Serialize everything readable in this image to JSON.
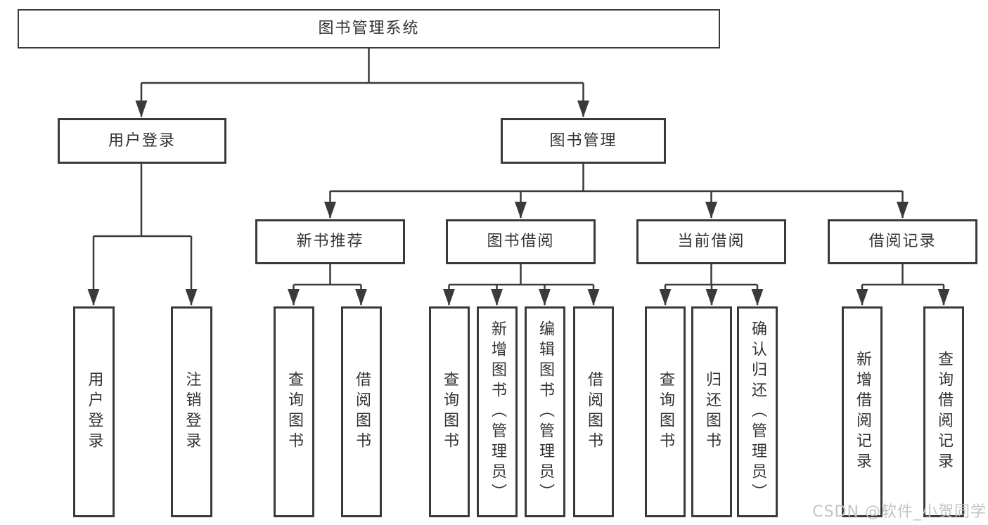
{
  "diagram_title": "图书管理系统",
  "tree": {
    "label": "图书管理系统",
    "children": [
      {
        "label": "用户登录",
        "children": [
          {
            "label": "用户登录"
          },
          {
            "label": "注销登录"
          }
        ]
      },
      {
        "label": "图书管理",
        "children": [
          {
            "label": "新书推荐",
            "children": [
              {
                "label": "查询图书"
              },
              {
                "label": "借阅图书"
              }
            ]
          },
          {
            "label": "图书借阅",
            "children": [
              {
                "label": "查询图书"
              },
              {
                "label": "新增图书（管理员）"
              },
              {
                "label": "编辑图书（管理员）"
              },
              {
                "label": "借阅图书"
              }
            ]
          },
          {
            "label": "当前借阅",
            "children": [
              {
                "label": "查询图书"
              },
              {
                "label": "归还图书"
              },
              {
                "label": "确认归还（管理员）"
              }
            ]
          },
          {
            "label": "借阅记录",
            "children": [
              {
                "label": "新增借阅记录"
              },
              {
                "label": "查询借阅记录"
              }
            ]
          }
        ]
      }
    ]
  },
  "watermark": "CSDN @软件_小贺同学",
  "colors": {
    "line": "#3a3a3a",
    "box_border": "#3a3a3a",
    "box_background": "#ffffff",
    "text": "#333333",
    "page_background": "#ffffff",
    "watermark": "#c7c3c3"
  }
}
